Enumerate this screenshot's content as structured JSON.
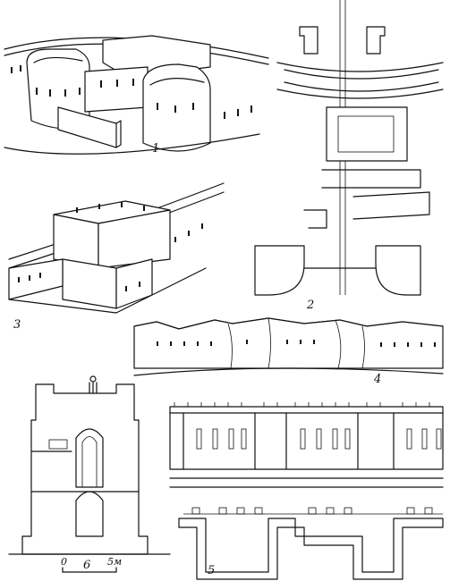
{
  "figures": [
    {
      "id": "fig1",
      "label": "1",
      "subject": "corner-bastion-axonometric"
    },
    {
      "id": "fig2",
      "label": "2",
      "subject": "gate-complex-plan"
    },
    {
      "id": "fig3",
      "label": "3",
      "subject": "rectangular-tower-axonometric"
    },
    {
      "id": "fig4",
      "label": "4",
      "subject": "ruined-wall-elevation"
    },
    {
      "id": "fig5",
      "label": "5",
      "subject": "wall-elevation-and-plan"
    },
    {
      "id": "fig6",
      "label": "6",
      "subject": "tower-section"
    }
  ],
  "scale_bar": {
    "start": "0",
    "end": "5м"
  },
  "colors": {
    "ink": "#111111",
    "paper": "#ffffff"
  }
}
